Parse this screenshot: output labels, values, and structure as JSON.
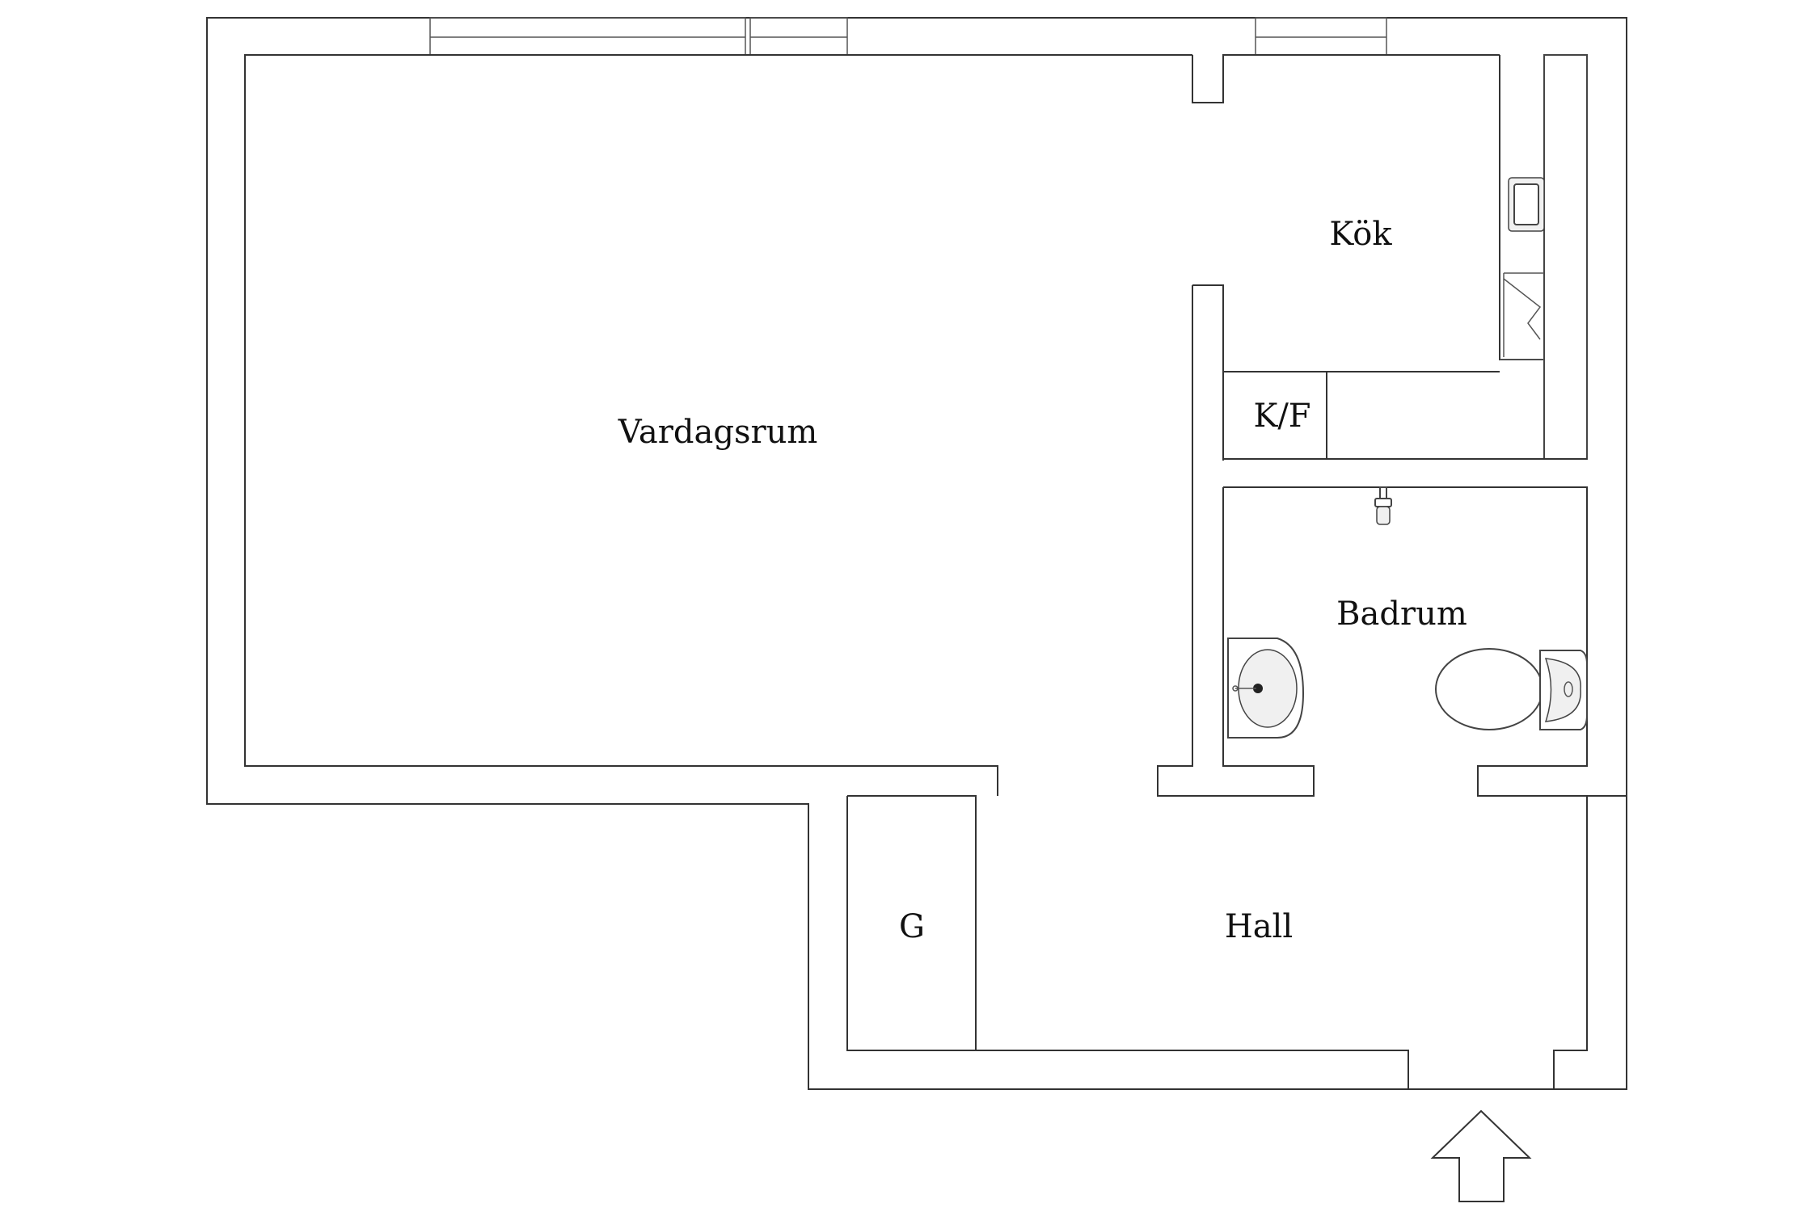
{
  "rooms": {
    "vardagsrum": "Vardagsrum",
    "kok": "Kök",
    "kf": "K/F",
    "badrum": "Badrum",
    "g": "G",
    "hall": "Hall"
  },
  "icons": {
    "entrance": "entrance-arrow-icon"
  },
  "colors": {
    "wall": "#333333",
    "background": "#ffffff"
  }
}
